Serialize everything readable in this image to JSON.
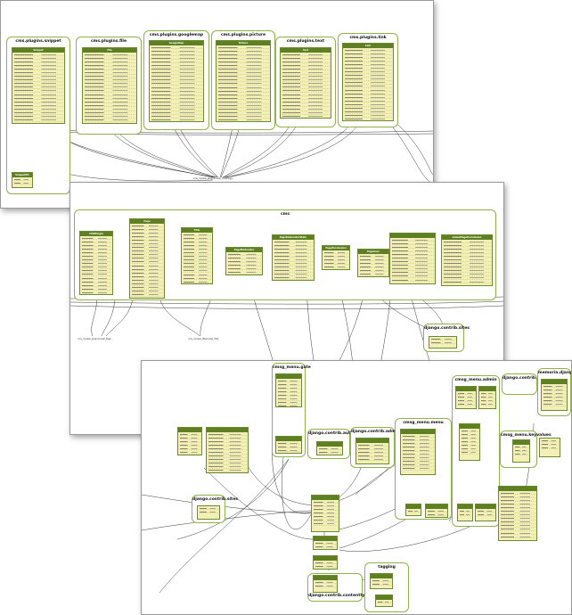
{
  "sheets": {
    "top": {
      "clusters": [
        {
          "title": "cms.plugins.snippet"
        },
        {
          "title": "cms.plugins.file"
        },
        {
          "title": "cms.plugins.googlemap"
        },
        {
          "title": "cms.plugins.picture"
        },
        {
          "title": "cms.plugins.text"
        },
        {
          "title": "cms.plugins.link"
        }
      ],
      "models": [
        "Snippet",
        "File",
        "GoogleMap",
        "Picture",
        "Text",
        "Link",
        "SnippetPtr"
      ],
      "target": "cms_models_pluginmodel_CMSPlugin"
    },
    "middle": {
      "clusters": [
        {
          "title": "cms"
        },
        {
          "title": "django.contrib.sites"
        }
      ],
      "models": [
        "CMSPlugin",
        "Page",
        "Title",
        "PageModerator",
        "PageModeratorState",
        "PagePermission",
        "PageUser",
        "GlobalPagePermission"
      ],
      "targets": [
        "cms_models_pluginmodel_Page",
        "cms_models_titlemodel_Title"
      ]
    },
    "bottom": {
      "clusters": [
        {
          "title": "cmsg_menu.gate"
        },
        {
          "title": "django.contrib.auth"
        },
        {
          "title": "django.contrib.admin"
        },
        {
          "title": "cmsg_menu.menu"
        },
        {
          "title": "cmsg_menu.admin"
        },
        {
          "title": "django.contrib.sessions"
        },
        {
          "title": "memoria.django.links"
        },
        {
          "title": "cmsg_menu.keyvalues"
        },
        {
          "title": "django.contrib.sites"
        },
        {
          "title": "django.contrib.contenttypes"
        },
        {
          "title": "tagging"
        }
      ]
    }
  }
}
